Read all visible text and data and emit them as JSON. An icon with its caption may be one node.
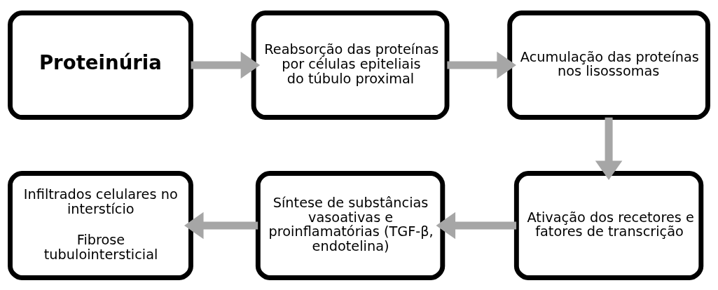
{
  "diagram": {
    "nodes": [
      {
        "text": [
          "Proteinúria"
        ]
      },
      {
        "text": [
          "Reabsorção das proteínas por células epiteliais do túbulo proximal"
        ]
      },
      {
        "text": [
          "Acumulação das proteínas nos lisossomas"
        ]
      },
      {
        "text": [
          "Ativação dos recetores e fatores de transcrição"
        ]
      },
      {
        "text": [
          "Síntese de substâncias vasoativas e proinflamatórias (TGF-β, endotelina)"
        ]
      },
      {
        "text": [
          "Infiltrados celulares no interstício",
          "Fibrose tubulointersticial"
        ]
      }
    ],
    "edges": [
      {
        "from": 0,
        "to": 1,
        "arrow": "to"
      },
      {
        "from": 1,
        "to": 2,
        "arrow": "to"
      },
      {
        "from": 2,
        "to": 3,
        "arrow": "to"
      },
      {
        "from": 3,
        "to": 4,
        "arrow": "to"
      },
      {
        "from": 4,
        "to": 5,
        "arrow": "to"
      }
    ]
  }
}
